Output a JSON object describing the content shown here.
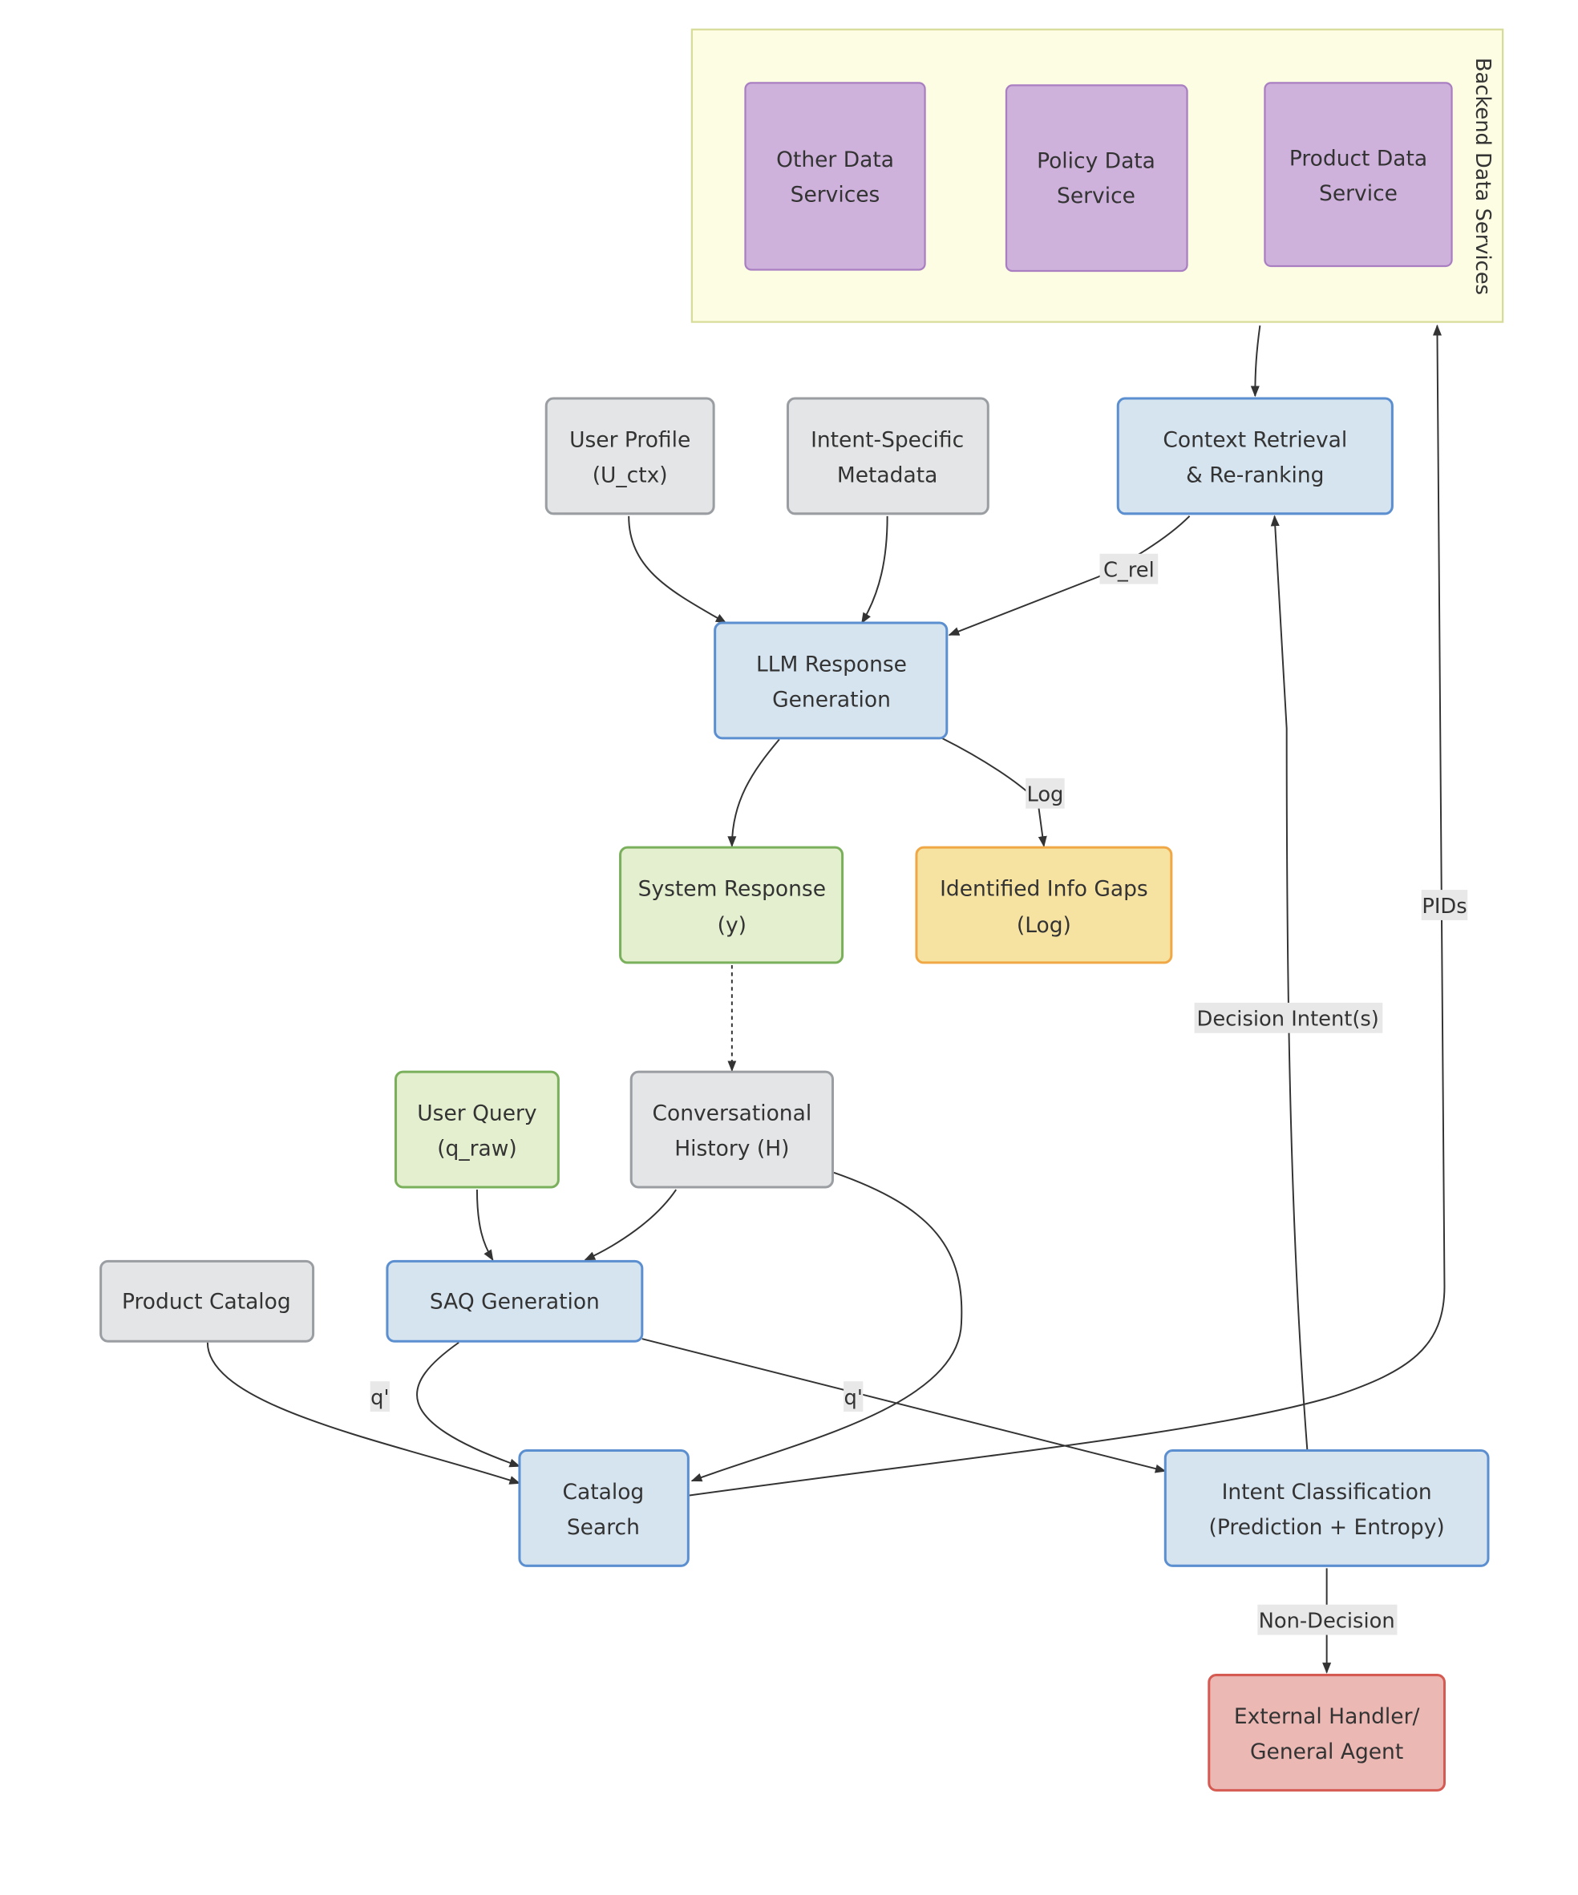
{
  "backend": {
    "title": "Backend Data Services",
    "services": [
      {
        "line1": "Other Data",
        "line2": "Services"
      },
      {
        "line1": "Policy Data",
        "line2": "Service"
      },
      {
        "line1": "Product Data",
        "line2": "Service"
      }
    ]
  },
  "nodes": {
    "user_profile": {
      "line1": "User Profile",
      "line2": "(U_ctx)"
    },
    "intent_metadata": {
      "line1": "Intent-Specific",
      "line2": "Metadata"
    },
    "context_retrieval": {
      "line1": "Context Retrieval",
      "line2": "& Re-ranking"
    },
    "llm": {
      "line1": "LLM Response",
      "line2": "Generation"
    },
    "system_response": {
      "line1": "System Response",
      "line2": "(y)"
    },
    "info_gaps": {
      "line1": "Identified Info Gaps",
      "line2": "(Log)"
    },
    "user_query": {
      "line1": "User Query",
      "line2": "(q_raw)"
    },
    "conv_history": {
      "line1": "Conversational",
      "line2": "History (H)"
    },
    "product_catalog": {
      "line1": "Product Catalog"
    },
    "saq": {
      "line1": "SAQ Generation"
    },
    "catalog_search": {
      "line1": "Catalog",
      "line2": "Search"
    },
    "intent_class": {
      "line1": "Intent Classification",
      "line2": "(Prediction + Entropy)"
    },
    "external": {
      "line1": "External Handler/",
      "line2": "General Agent"
    }
  },
  "edge_labels": {
    "c_rel": "C_rel",
    "log": "Log",
    "pids": "PIDs",
    "decision": "Decision Intent(s)",
    "q1": "q'",
    "q2": "q'",
    "non_decision": "Non-Decision"
  },
  "colors": {
    "blue_fill": "#d6e4f0",
    "blue_stroke": "#5b8fd0",
    "gray_fill": "#e4e5e6",
    "gray_stroke": "#9a9ea2",
    "green_fill": "#e3efce",
    "green_stroke": "#7ab05c",
    "orange_fill": "#f7e3a1",
    "orange_stroke": "#f0a847",
    "red_fill": "#ecb8b4",
    "red_stroke": "#d55a52",
    "purple_fill": "#cfb2dc",
    "purple_stroke": "#a97fc2",
    "group_fill": "#fdfde3",
    "group_stroke": "#d8dc9a"
  }
}
